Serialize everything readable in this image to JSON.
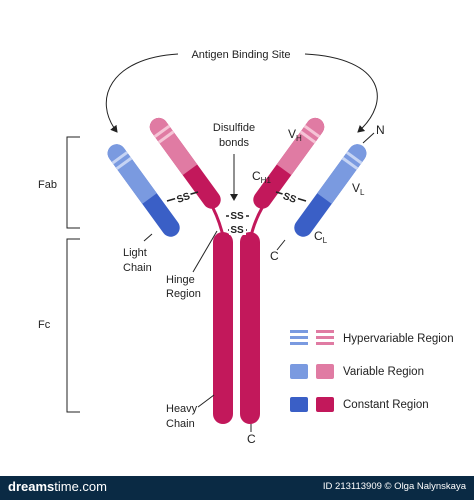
{
  "labels": {
    "antigen_binding_site": "Antigen Binding Site",
    "disulfide_line1": "Disulfide",
    "disulfide_line2": "bonds",
    "fab": "Fab",
    "fc": "Fc",
    "light_chain_line1": "Light",
    "light_chain_line2": "Chain",
    "hinge_line1": "Hinge",
    "hinge_line2": "Region",
    "heavy_chain_line1": "Heavy",
    "heavy_chain_line2": "Chain",
    "ss": "SS",
    "vh_main": "V",
    "vh_sub": "H",
    "ch1_main": "C",
    "ch1_sub": "H1",
    "vl_main": "V",
    "vl_sub": "L",
    "cl_main": "C",
    "cl_sub": "L",
    "n_terminus": "N",
    "c_terminus": "C"
  },
  "legend": {
    "hypervariable": "Hypervariable Region",
    "variable": "Variable Region",
    "constant": "Constant Region"
  },
  "colors": {
    "heavy_constant": "#c2185b",
    "heavy_variable": "#e07ba3",
    "heavy_stripe": "#f5c4d6",
    "light_constant": "#3a5fc6",
    "light_variable": "#7a9ae0",
    "light_stripe": "#c6d4f4"
  },
  "footer": {
    "brand_bold": "dreams",
    "brand_thin": "time.com",
    "credit": "ID 213113909 © Olga Nalynskaya"
  }
}
